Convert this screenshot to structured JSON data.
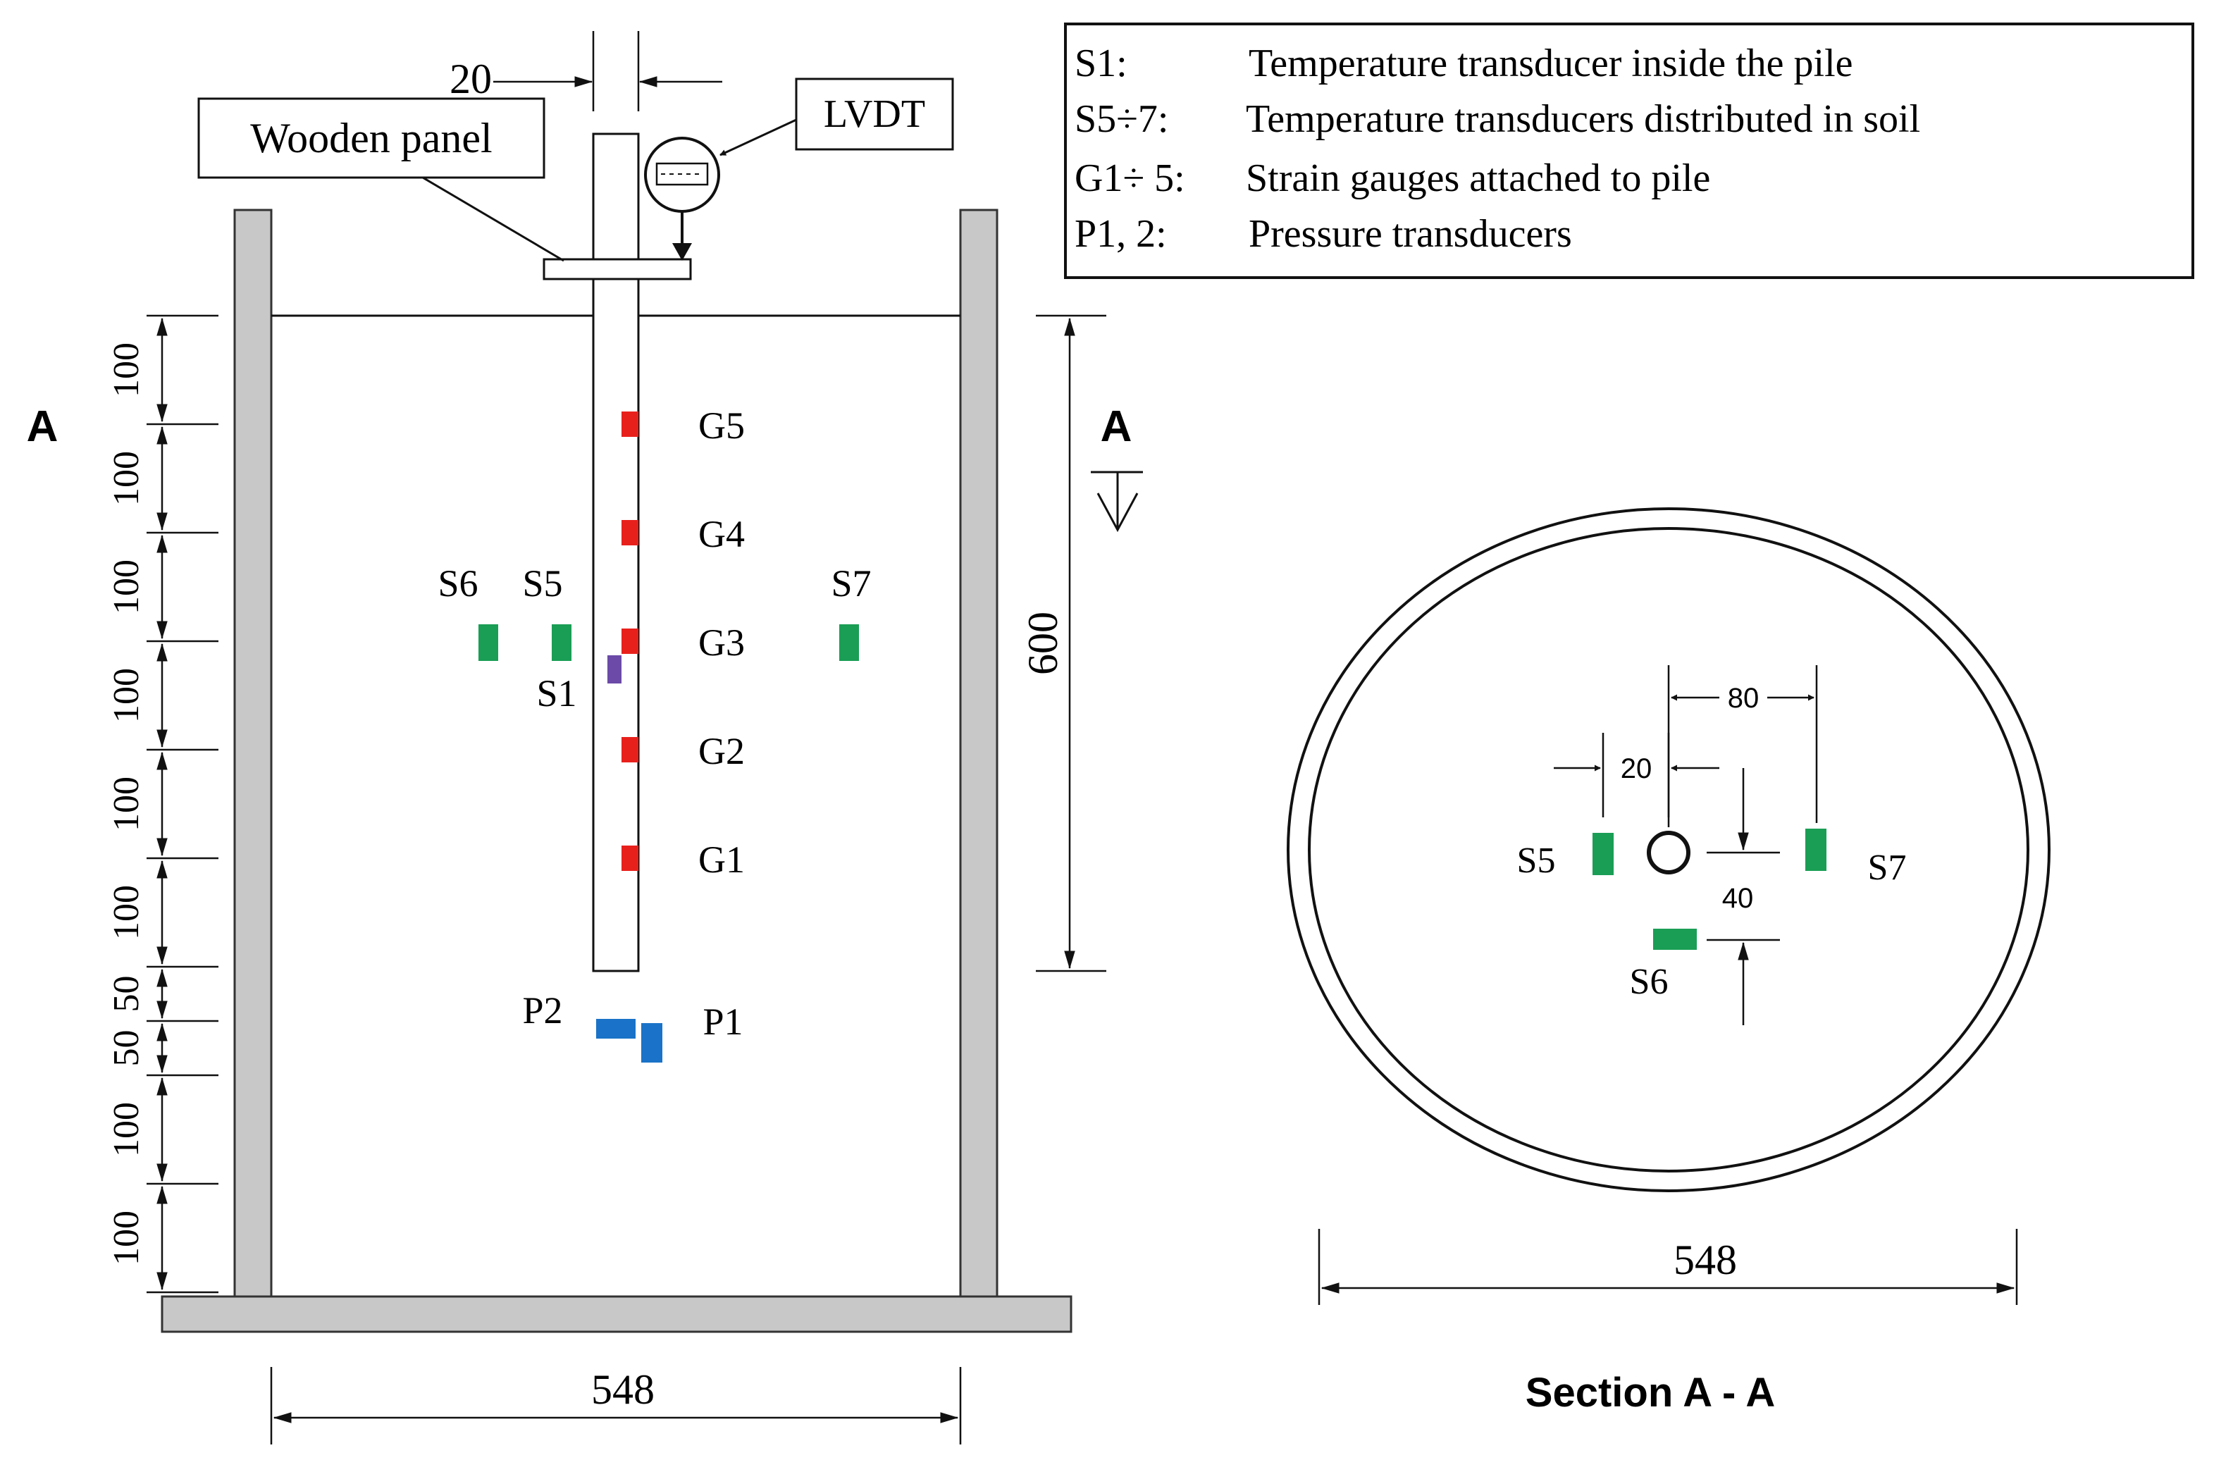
{
  "colors": {
    "wall": "#c8c8c8",
    "gauge": "#e8201c",
    "soil_sensor": "#1a9e55",
    "pile_sensor": "#6b4aa8",
    "pressure": "#1a73c8",
    "line": "#111111"
  },
  "legend": {
    "rows": [
      {
        "code": "S1:",
        "desc": "Temperature transducer inside the pile"
      },
      {
        "code": "S5÷7:",
        "desc": "Temperature transducers distributed in soil"
      },
      {
        "code": "G1÷ 5:",
        "desc": "Strain gauges attached to pile"
      },
      {
        "code": "P1, 2:",
        "desc": "Pressure transducers"
      }
    ]
  },
  "elevation": {
    "labels": {
      "wooden_panel": "Wooden panel",
      "lvdt": "LVDT",
      "pile_width": "20",
      "section_mark_left": "A",
      "section_mark_right": "A",
      "height": "600",
      "width": "548"
    },
    "gauges": [
      "G5",
      "G4",
      "G3",
      "G2",
      "G1"
    ],
    "soil_sensors": {
      "s6": "S6",
      "s5": "S5",
      "s7": "S7",
      "s1": "S1"
    },
    "pressure": {
      "p1": "P1",
      "p2": "P2"
    },
    "spacings": [
      "100",
      "100",
      "100",
      "100",
      "100",
      "100",
      "50",
      "50",
      "100",
      "100"
    ]
  },
  "section": {
    "title": "Section A - A",
    "labels": {
      "d80": "80",
      "d20": "20",
      "d40": "40",
      "s5": "S5",
      "s7": "S7",
      "s6": "S6",
      "width": "548"
    }
  }
}
